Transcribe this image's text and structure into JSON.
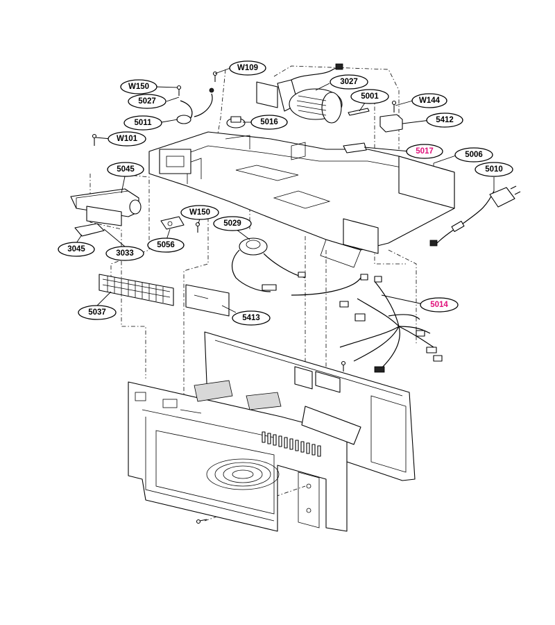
{
  "labels": {
    "W109": "W109",
    "W150_top": "W150",
    "5027": "5027",
    "3027": "3027",
    "5001": "5001",
    "W144": "W144",
    "5011": "5011",
    "5016": "5016",
    "5412": "5412",
    "W101": "W101",
    "5017": "5017",
    "5006": "5006",
    "5010": "5010",
    "5045": "5045",
    "W150_mid": "W150",
    "5029": "5029",
    "3045": "3045",
    "3033": "3033",
    "5056": "5056",
    "5037": "5037",
    "5413": "5413",
    "5014": "5014"
  },
  "colors": {
    "line": "#000000",
    "highlight_text": "#e0107a",
    "background": "#ffffff"
  }
}
